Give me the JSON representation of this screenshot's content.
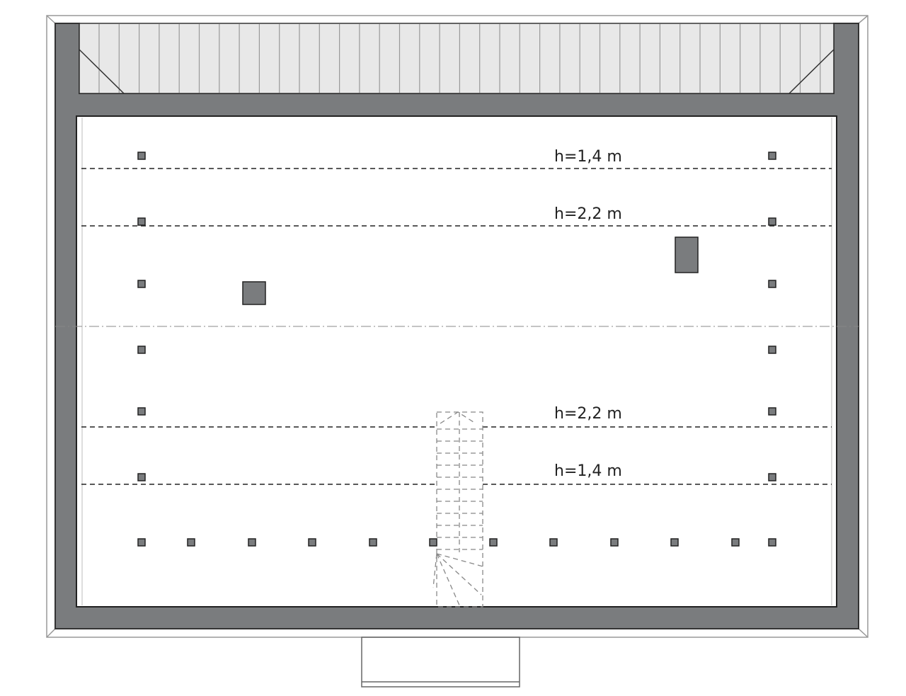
{
  "plan": {
    "height_labels": [
      "h=1,4 m",
      "h=2,2 m",
      "h=2,2 m",
      "h=1,4 m"
    ]
  },
  "colors": {
    "wall": "#7a7c7e",
    "balcony": "#e8e8e8",
    "line": "#222222"
  }
}
